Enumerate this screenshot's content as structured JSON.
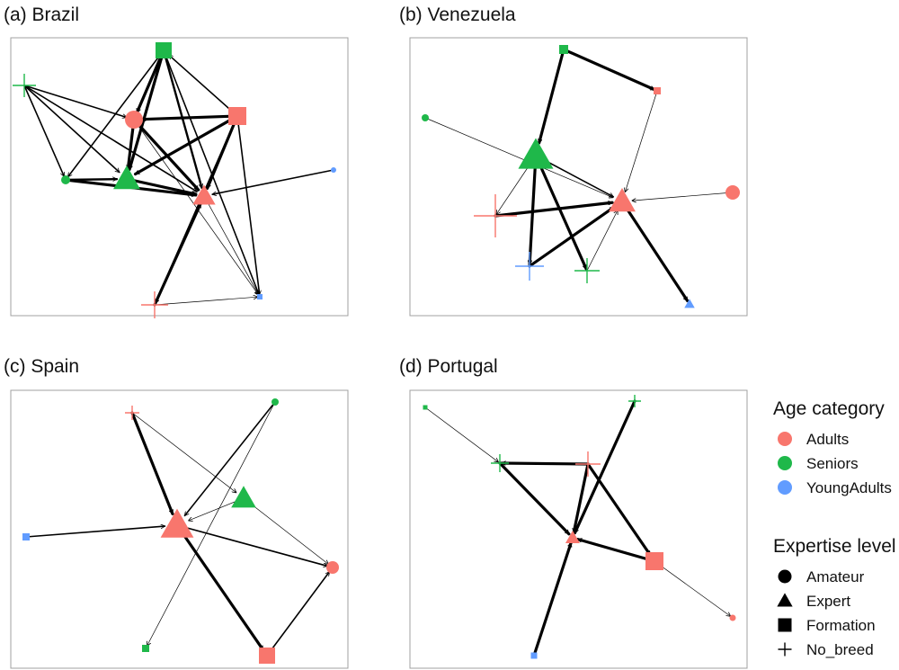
{
  "colors": {
    "Adults": "#F8766D",
    "Seniors": "#1FB84A",
    "YoungAdults": "#619CFF",
    "edge": "#000000",
    "frame": "#a0a0a0"
  },
  "panels": [
    {
      "id": "brazil",
      "title": "(a) Brazil",
      "nodes": [
        {
          "id": "b1",
          "age": "Seniors",
          "level": "Formation",
          "size": 9
        },
        {
          "id": "b2",
          "age": "Seniors",
          "level": "No_breed",
          "size": 13
        },
        {
          "id": "b3",
          "age": "Adults",
          "level": "Amateur",
          "size": 10
        },
        {
          "id": "b4",
          "age": "Adults",
          "level": "Formation",
          "size": 10
        },
        {
          "id": "b5",
          "age": "Seniors",
          "level": "Amateur",
          "size": 5
        },
        {
          "id": "b6",
          "age": "Seniors",
          "level": "Expert",
          "size": 13
        },
        {
          "id": "b7",
          "age": "Adults",
          "level": "Expert",
          "size": 11
        },
        {
          "id": "b8",
          "age": "YoungAdults",
          "level": "Amateur",
          "size": 3
        },
        {
          "id": "b9",
          "age": "Adults",
          "level": "No_breed",
          "size": 15
        },
        {
          "id": "b10",
          "age": "YoungAdults",
          "level": "Formation",
          "size": 3
        }
      ],
      "edges": [
        {
          "s": "b2",
          "t": "b3",
          "w": 1.6
        },
        {
          "s": "b2",
          "t": "b5",
          "w": 1.6
        },
        {
          "s": "b2",
          "t": "b6",
          "w": 1.6
        },
        {
          "s": "b2",
          "t": "b7",
          "w": 1.6
        },
        {
          "s": "b1",
          "t": "b3",
          "w": 3.2
        },
        {
          "s": "b1",
          "t": "b5",
          "w": 1.6
        },
        {
          "s": "b1",
          "t": "b6",
          "w": 3.2
        },
        {
          "s": "b1",
          "t": "b7",
          "w": 2.4
        },
        {
          "s": "b1",
          "t": "b10",
          "w": 1.6
        },
        {
          "s": "b4",
          "t": "b3",
          "w": 3.2
        },
        {
          "s": "b4",
          "t": "b6",
          "w": 3.2
        },
        {
          "s": "b4",
          "t": "b7",
          "w": 3.2
        },
        {
          "s": "b4",
          "t": "b9",
          "w": 1.8
        },
        {
          "s": "b4",
          "t": "b10",
          "w": 1.6
        },
        {
          "s": "b4",
          "t": "b1",
          "w": 1.6
        },
        {
          "s": "b3",
          "t": "b6",
          "w": 3.2
        },
        {
          "s": "b3",
          "t": "b7",
          "w": 3.2
        },
        {
          "s": "b5",
          "t": "b6",
          "w": 2.4
        },
        {
          "s": "b5",
          "t": "b7",
          "w": 3.2
        },
        {
          "s": "b6",
          "t": "b7",
          "w": 3.2
        },
        {
          "s": "b8",
          "t": "b7",
          "w": 1.6
        },
        {
          "s": "b9",
          "t": "b7",
          "w": 3.2
        },
        {
          "s": "b9",
          "t": "b10",
          "w": 0.7
        },
        {
          "s": "b3",
          "t": "b10",
          "w": 0.7
        },
        {
          "s": "b7",
          "t": "b10",
          "w": 0.7
        }
      ]
    },
    {
      "id": "venezuela",
      "title": "(b) Venezuela",
      "nodes": [
        {
          "id": "v1",
          "age": "Seniors",
          "level": "Formation",
          "size": 5
        },
        {
          "id": "v2",
          "age": "Adults",
          "level": "Formation",
          "size": 4
        },
        {
          "id": "v3",
          "age": "Seniors",
          "level": "Amateur",
          "size": 4
        },
        {
          "id": "v4",
          "age": "Seniors",
          "level": "Expert",
          "size": 17
        },
        {
          "id": "v5",
          "age": "Adults",
          "level": "Amateur",
          "size": 8
        },
        {
          "id": "v6",
          "age": "Adults",
          "level": "Expert",
          "size": 13
        },
        {
          "id": "v7",
          "age": "Adults",
          "level": "No_breed",
          "size": 24
        },
        {
          "id": "v8",
          "age": "YoungAdults",
          "level": "No_breed",
          "size": 16
        },
        {
          "id": "v9",
          "age": "Seniors",
          "level": "No_breed",
          "size": 14
        },
        {
          "id": "v10",
          "age": "YoungAdults",
          "level": "Expert",
          "size": 5
        }
      ],
      "edges": [
        {
          "s": "v1",
          "t": "v2",
          "w": 3.2
        },
        {
          "s": "v1",
          "t": "v4",
          "w": 3.2
        },
        {
          "s": "v3",
          "t": "v6",
          "w": 0.7
        },
        {
          "s": "v2",
          "t": "v6",
          "w": 0.7
        },
        {
          "s": "v4",
          "t": "v6",
          "w": 1.6
        },
        {
          "s": "v4",
          "t": "v8",
          "w": 3.2
        },
        {
          "s": "v4",
          "t": "v9",
          "w": 3.2
        },
        {
          "s": "v4",
          "t": "v7",
          "w": 0.7
        },
        {
          "s": "v5",
          "t": "v6",
          "w": 0.7
        },
        {
          "s": "v7",
          "t": "v6",
          "w": 3.2
        },
        {
          "s": "v8",
          "t": "v6",
          "w": 3.2
        },
        {
          "s": "v9",
          "t": "v6",
          "w": 0.7
        },
        {
          "s": "v6",
          "t": "v10",
          "w": 3.2
        }
      ]
    },
    {
      "id": "spain",
      "title": "(c) Spain",
      "nodes": [
        {
          "id": "s1",
          "age": "Adults",
          "level": "No_breed",
          "size": 8
        },
        {
          "id": "s2",
          "age": "Seniors",
          "level": "Amateur",
          "size": 4
        },
        {
          "id": "s3",
          "age": "Seniors",
          "level": "Expert",
          "size": 12
        },
        {
          "id": "s4",
          "age": "Adults",
          "level": "Expert",
          "size": 16
        },
        {
          "id": "s5",
          "age": "YoungAdults",
          "level": "Formation",
          "size": 4
        },
        {
          "id": "s6",
          "age": "Adults",
          "level": "Amateur",
          "size": 7
        },
        {
          "id": "s7",
          "age": "Seniors",
          "level": "Formation",
          "size": 4
        },
        {
          "id": "s8",
          "age": "Adults",
          "level": "Formation",
          "size": 9
        }
      ],
      "edges": [
        {
          "s": "s1",
          "t": "s4",
          "w": 3.2
        },
        {
          "s": "s1",
          "t": "s3",
          "w": 0.7
        },
        {
          "s": "s2",
          "t": "s4",
          "w": 1.6
        },
        {
          "s": "s2",
          "t": "s7",
          "w": 0.7
        },
        {
          "s": "s3",
          "t": "s4",
          "w": 0.7
        },
        {
          "s": "s3",
          "t": "s6",
          "w": 0.7
        },
        {
          "s": "s5",
          "t": "s4",
          "w": 1.6
        },
        {
          "s": "s4",
          "t": "s6",
          "w": 1.6
        },
        {
          "s": "s4",
          "t": "s8",
          "w": 3.2
        },
        {
          "s": "s8",
          "t": "s6",
          "w": 1.6
        }
      ]
    },
    {
      "id": "portugal",
      "title": "(d) Portugal",
      "nodes": [
        {
          "id": "p1",
          "age": "Seniors",
          "level": "Formation",
          "size": 2.5
        },
        {
          "id": "p2",
          "age": "Seniors",
          "level": "No_breed",
          "size": 7
        },
        {
          "id": "p3",
          "age": "Seniors",
          "level": "No_breed",
          "size": 10
        },
        {
          "id": "p4",
          "age": "Adults",
          "level": "No_breed",
          "size": 14
        },
        {
          "id": "p5",
          "age": "Adults",
          "level": "Expert",
          "size": 7
        },
        {
          "id": "p6",
          "age": "Adults",
          "level": "Formation",
          "size": 10
        },
        {
          "id": "p7",
          "age": "Adults",
          "level": "Amateur",
          "size": 3.5
        },
        {
          "id": "p8",
          "age": "YoungAdults",
          "level": "Formation",
          "size": 3.5
        }
      ],
      "edges": [
        {
          "s": "p1",
          "t": "p3",
          "w": 0.7
        },
        {
          "s": "p4",
          "t": "p3",
          "w": 3.2
        },
        {
          "s": "p3",
          "t": "p5",
          "w": 3.2
        },
        {
          "s": "p2",
          "t": "p5",
          "w": 3.2
        },
        {
          "s": "p4",
          "t": "p5",
          "w": 3.2
        },
        {
          "s": "p4",
          "t": "p6",
          "w": 3.2
        },
        {
          "s": "p6",
          "t": "p5",
          "w": 3.2
        },
        {
          "s": "p8",
          "t": "p5",
          "w": 3.2
        },
        {
          "s": "p6",
          "t": "p7",
          "w": 0.7
        }
      ]
    }
  ],
  "legend": {
    "age_title": "Age category",
    "age_items": [
      {
        "label": "Adults",
        "key": "Adults"
      },
      {
        "label": "Seniors",
        "key": "Seniors"
      },
      {
        "label": "YoungAdults",
        "key": "YoungAdults"
      }
    ],
    "level_title": "Expertise level",
    "level_items": [
      {
        "label": "Amateur",
        "shape": "Amateur"
      },
      {
        "label": "Expert",
        "shape": "Expert"
      },
      {
        "label": "Formation",
        "shape": "Formation"
      },
      {
        "label": "No_breed",
        "shape": "No_breed"
      }
    ]
  }
}
